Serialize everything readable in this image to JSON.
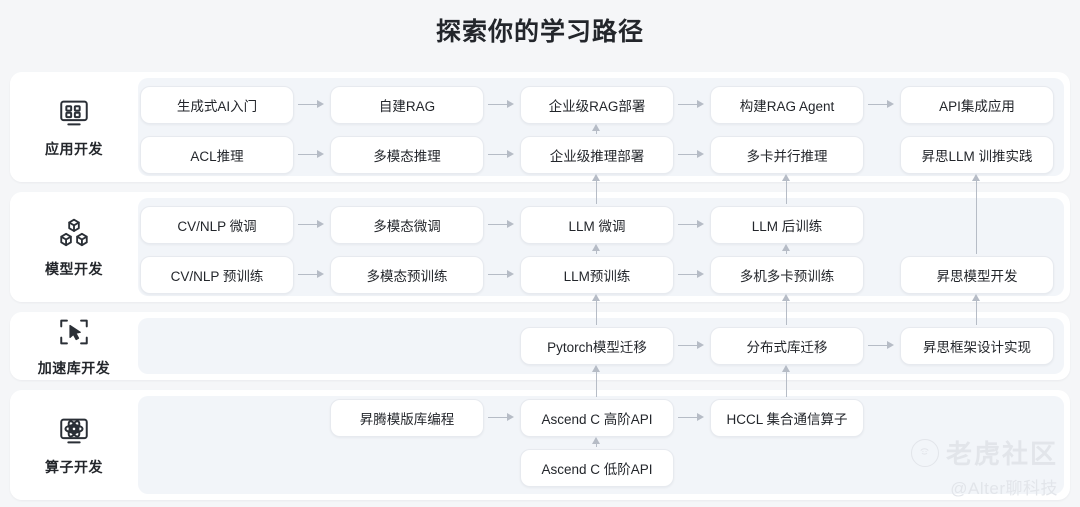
{
  "page": {
    "title": "探索你的学习路径",
    "background": "#f5f6f8",
    "accent": "#b6bcc6"
  },
  "rows": [
    {
      "id": "application-development",
      "label": "应用开发",
      "icon": "dashboard-grid-icon",
      "nodes": [
        {
          "text": "生成式AI入门",
          "col": 1,
          "line": 1
        },
        {
          "text": "自建RAG",
          "col": 2,
          "line": 1
        },
        {
          "text": "企业级RAG部署",
          "col": 3,
          "line": 1
        },
        {
          "text": "构建RAG Agent",
          "col": 4,
          "line": 1
        },
        {
          "text": "API集成应用",
          "col": 5,
          "line": 1
        },
        {
          "text": "ACL推理",
          "col": 1,
          "line": 2
        },
        {
          "text": "多模态推理",
          "col": 2,
          "line": 2
        },
        {
          "text": "企业级推理部署",
          "col": 3,
          "line": 2
        },
        {
          "text": "多卡并行推理",
          "col": 4,
          "line": 2
        },
        {
          "text": "昇思LLM 训推实践",
          "col": 5,
          "line": 2
        }
      ]
    },
    {
      "id": "model-development",
      "label": "模型开发",
      "icon": "cubes-icon",
      "nodes": [
        {
          "text": "CV/NLP 微调",
          "col": 1,
          "line": 1
        },
        {
          "text": "多模态微调",
          "col": 2,
          "line": 1
        },
        {
          "text": "LLM 微调",
          "col": 3,
          "line": 1
        },
        {
          "text": "LLM 后训练",
          "col": 4,
          "line": 1
        },
        {
          "text": "CV/NLP 预训练",
          "col": 1,
          "line": 2
        },
        {
          "text": "多模态预训练",
          "col": 2,
          "line": 2
        },
        {
          "text": "LLM预训练",
          "col": 3,
          "line": 2
        },
        {
          "text": "多机多卡预训练",
          "col": 4,
          "line": 2
        },
        {
          "text": "昇思模型开发",
          "col": 5,
          "line": 2
        }
      ]
    },
    {
      "id": "acceleration-library-development",
      "label": "加速库开发",
      "icon": "cursor-select-icon",
      "nodes": [
        {
          "text": "Pytorch模型迁移",
          "col": 3,
          "line": 1
        },
        {
          "text": "分布式库迁移",
          "col": 4,
          "line": 1
        },
        {
          "text": "昇思框架设计实现",
          "col": 5,
          "line": 1
        }
      ]
    },
    {
      "id": "operator-development",
      "label": "算子开发",
      "icon": "chip-monitor-icon",
      "nodes": [
        {
          "text": "昇腾模版库编程",
          "col": 2,
          "line": 1
        },
        {
          "text": "Ascend C 高阶API",
          "col": 3,
          "line": 1
        },
        {
          "text": "HCCL 集合通信算子",
          "col": 4,
          "line": 1
        },
        {
          "text": "Ascend C 低阶API",
          "col": 3,
          "line": 2
        }
      ]
    }
  ],
  "watermark": {
    "logo": "tiger-logo-icon",
    "name": "老虎社区",
    "handle": "@Alter聊科技"
  }
}
